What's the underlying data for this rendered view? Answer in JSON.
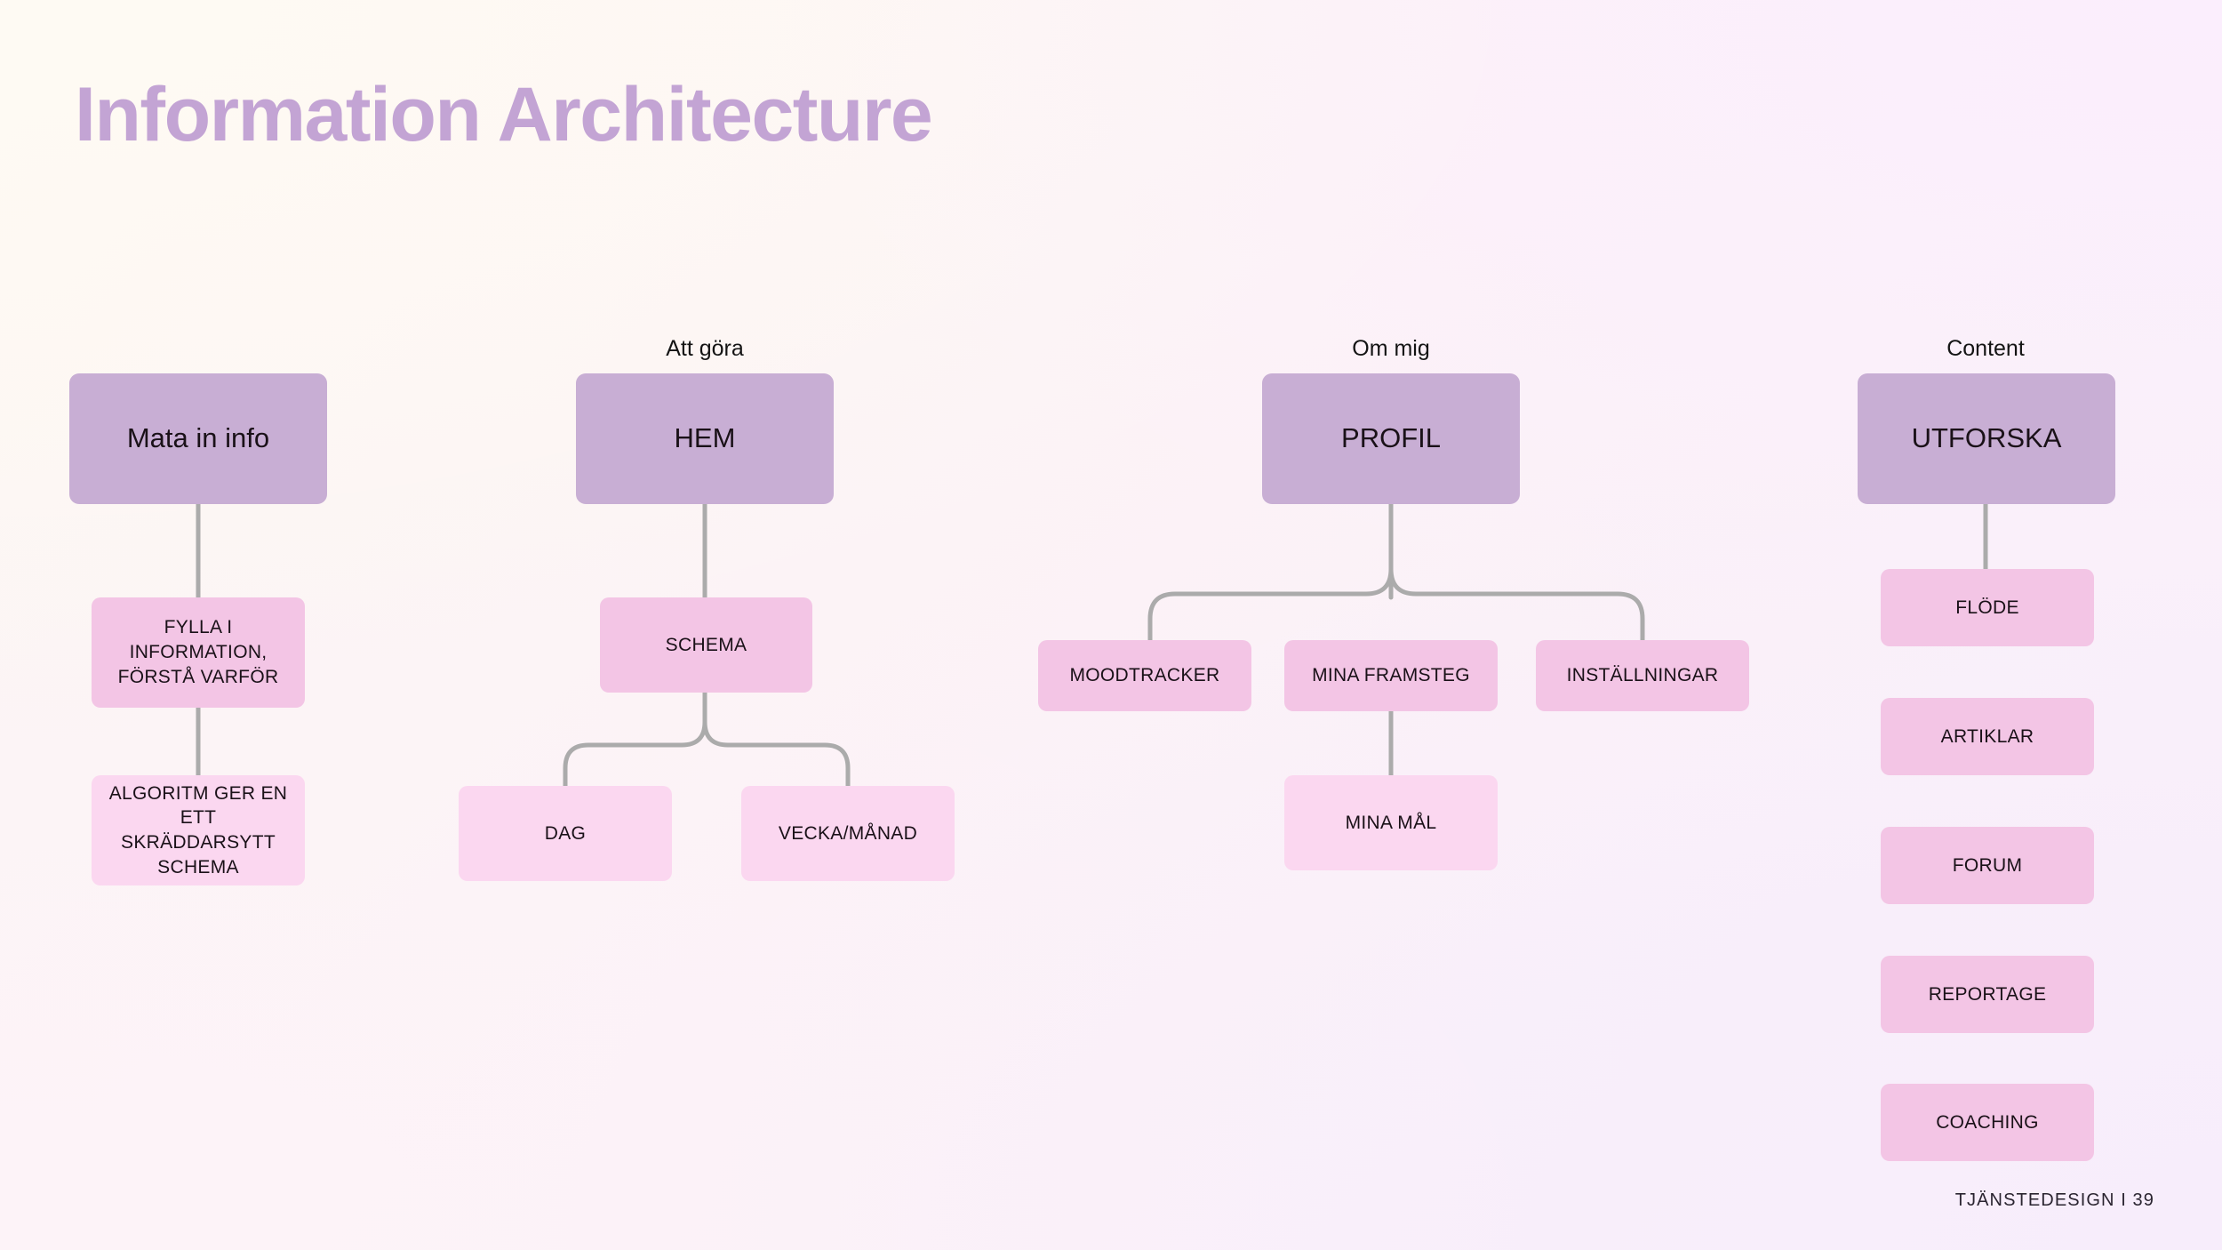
{
  "page": {
    "title": "Information Architecture",
    "footer": "TJÄNSTEDESIGN I 39",
    "title_color": "#C3A4D4",
    "connector_color": "#ABABAB",
    "node_colors": {
      "level_0": "#C8AED4",
      "level_1": "#F3C5E5",
      "level_2": "#FBD7F0"
    }
  },
  "columns": [
    {
      "header": "",
      "root": "Mata in info",
      "children": [
        "FYLLA I INFORMATION, FÖRSTÅ VARFÖR",
        "ALGORITM GER EN ETT SKRÄDDARSYTT SCHEMA"
      ]
    },
    {
      "header": "Att göra",
      "root": "HEM",
      "children": [
        "SCHEMA",
        "DAG",
        "VECKA/MÅNAD"
      ]
    },
    {
      "header": "Om mig",
      "root": "PROFIL",
      "children": [
        "MOODTRACKER",
        "MINA FRAMSTEG",
        "INSTÄLLNINGAR",
        "MINA MÅL"
      ]
    },
    {
      "header": "Content",
      "root": "UTFORSKA",
      "children": [
        "FLÖDE",
        "ARTIKLAR",
        "FORUM",
        "REPORTAGE",
        "COACHING"
      ]
    }
  ]
}
